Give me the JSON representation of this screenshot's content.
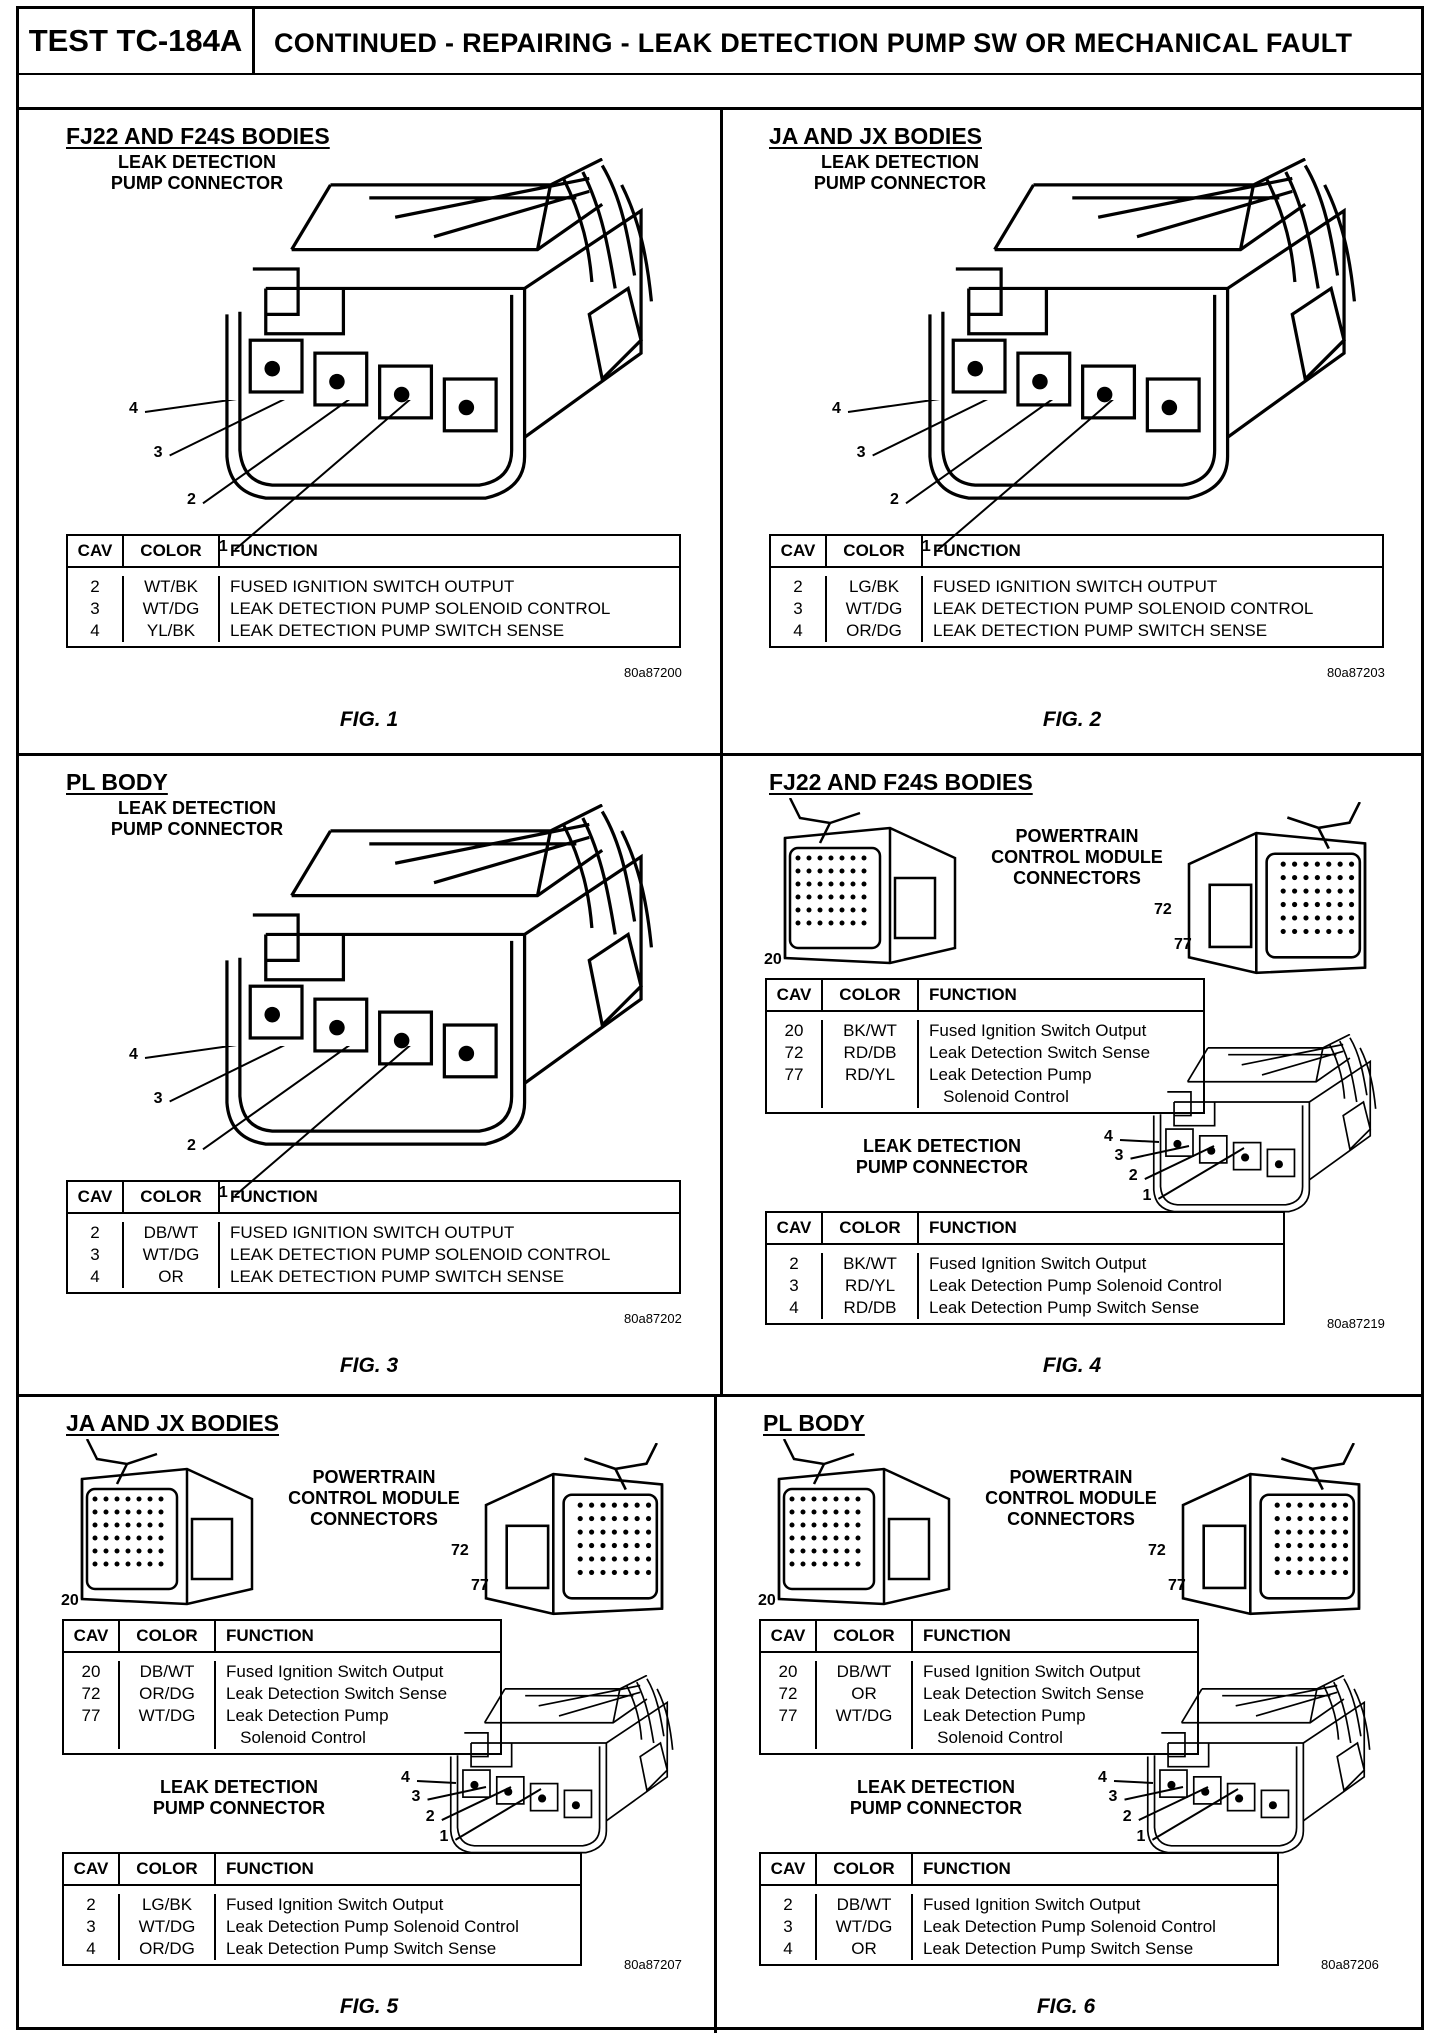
{
  "header": {
    "test_id": "TEST TC-184A",
    "title": "CONTINUED - REPAIRING - LEAK DETECTION PUMP SW OR MECHANICAL FAULT"
  },
  "table_headers": {
    "cav": "CAV",
    "color": "COLOR",
    "function": "FUNCTION"
  },
  "figs": [
    {
      "type": "A",
      "title": "FJ22 AND F24S BODIES",
      "pump_label": "LEAK DETECTION\nPUMP CONNECTOR",
      "pins": [
        "4",
        "3",
        "2",
        "1"
      ],
      "rows": [
        {
          "cav": "2",
          "color": "WT/BK",
          "function": "FUSED IGNITION SWITCH OUTPUT"
        },
        {
          "cav": "3",
          "color": "WT/DG",
          "function": "LEAK DETECTION PUMP SOLENOID CONTROL"
        },
        {
          "cav": "4",
          "color": "YL/BK",
          "function": "LEAK DETECTION PUMP SWITCH SENSE"
        }
      ],
      "id": "80a87200",
      "caption": "FIG. 1"
    },
    {
      "type": "A",
      "title": "JA AND JX BODIES",
      "pump_label": "LEAK DETECTION\nPUMP CONNECTOR",
      "pins": [
        "4",
        "3",
        "2",
        "1"
      ],
      "rows": [
        {
          "cav": "2",
          "color": "LG/BK",
          "function": "FUSED IGNITION SWITCH OUTPUT"
        },
        {
          "cav": "3",
          "color": "WT/DG",
          "function": "LEAK DETECTION PUMP SOLENOID CONTROL"
        },
        {
          "cav": "4",
          "color": "OR/DG",
          "function": "LEAK DETECTION PUMP SWITCH SENSE"
        }
      ],
      "id": "80a87203",
      "caption": "FIG. 2"
    },
    {
      "type": "A",
      "title": "PL BODY",
      "pump_label": "LEAK DETECTION\nPUMP CONNECTOR",
      "pins": [
        "4",
        "3",
        "2",
        "1"
      ],
      "rows": [
        {
          "cav": "2",
          "color": "DB/WT",
          "function": "FUSED IGNITION SWITCH OUTPUT"
        },
        {
          "cav": "3",
          "color": "WT/DG",
          "function": "LEAK DETECTION PUMP SOLENOID CONTROL"
        },
        {
          "cav": "4",
          "color": "OR",
          "function": "LEAK DETECTION PUMP SWITCH SENSE"
        }
      ],
      "id": "80a87202",
      "caption": "FIG. 3"
    },
    {
      "type": "B",
      "title": "FJ22 AND F24S BODIES",
      "pcm_label": "POWERTRAIN\nCONTROL MODULE\nCONNECTORS",
      "pcm_pins": [
        "20",
        "72",
        "77"
      ],
      "pcm_rows": [
        {
          "cav": "20",
          "color": "BK/WT",
          "function": "Fused Ignition Switch Output"
        },
        {
          "cav": "72",
          "color": "RD/DB",
          "function": "Leak Detection Switch Sense"
        },
        {
          "cav": "77",
          "color": "RD/YL",
          "function": "Leak Detection Pump\n   Solenoid Control"
        }
      ],
      "pump_label": "LEAK DETECTION\nPUMP CONNECTOR",
      "pins": [
        "4",
        "3",
        "2",
        "1"
      ],
      "rows": [
        {
          "cav": "2",
          "color": "BK/WT",
          "function": "Fused Ignition Switch Output"
        },
        {
          "cav": "3",
          "color": "RD/YL",
          "function": "Leak Detection Pump Solenoid Control"
        },
        {
          "cav": "4",
          "color": "RD/DB",
          "function": "Leak Detection Pump Switch Sense"
        }
      ],
      "id": "80a87219",
      "caption": "FIG. 4"
    },
    {
      "type": "B",
      "title": "JA AND JX BODIES",
      "pcm_label": "POWERTRAIN\nCONTROL MODULE\nCONNECTORS",
      "pcm_pins": [
        "20",
        "72",
        "77"
      ],
      "pcm_rows": [
        {
          "cav": "20",
          "color": "DB/WT",
          "function": "Fused Ignition Switch Output"
        },
        {
          "cav": "72",
          "color": "OR/DG",
          "function": "Leak Detection Switch Sense"
        },
        {
          "cav": "77",
          "color": "WT/DG",
          "function": "Leak Detection Pump\n   Solenoid Control"
        }
      ],
      "pump_label": "LEAK DETECTION\nPUMP CONNECTOR",
      "pins": [
        "4",
        "3",
        "2",
        "1"
      ],
      "rows": [
        {
          "cav": "2",
          "color": "LG/BK",
          "function": "Fused Ignition Switch Output"
        },
        {
          "cav": "3",
          "color": "WT/DG",
          "function": "Leak Detection Pump Solenoid Control"
        },
        {
          "cav": "4",
          "color": "OR/DG",
          "function": "Leak Detection Pump Switch Sense"
        }
      ],
      "id": "80a87207",
      "caption": "FIG. 5"
    },
    {
      "type": "B",
      "title": "PL BODY",
      "pcm_label": "POWERTRAIN\nCONTROL MODULE\nCONNECTORS",
      "pcm_pins": [
        "20",
        "72",
        "77"
      ],
      "pcm_rows": [
        {
          "cav": "20",
          "color": "DB/WT",
          "function": "Fused Ignition Switch Output"
        },
        {
          "cav": "72",
          "color": "OR",
          "function": "Leak Detection Switch Sense"
        },
        {
          "cav": "77",
          "color": "WT/DG",
          "function": "Leak Detection Pump\n   Solenoid Control"
        }
      ],
      "pump_label": "LEAK DETECTION\nPUMP CONNECTOR",
      "pins": [
        "4",
        "3",
        "2",
        "1"
      ],
      "rows": [
        {
          "cav": "2",
          "color": "DB/WT",
          "function": "Fused Ignition Switch Output"
        },
        {
          "cav": "3",
          "color": "WT/DG",
          "function": "Leak Detection Pump Solenoid Control"
        },
        {
          "cav": "4",
          "color": "OR",
          "function": "Leak Detection Pump Switch Sense"
        }
      ],
      "id": "80a87206",
      "caption": "FIG. 6"
    }
  ]
}
